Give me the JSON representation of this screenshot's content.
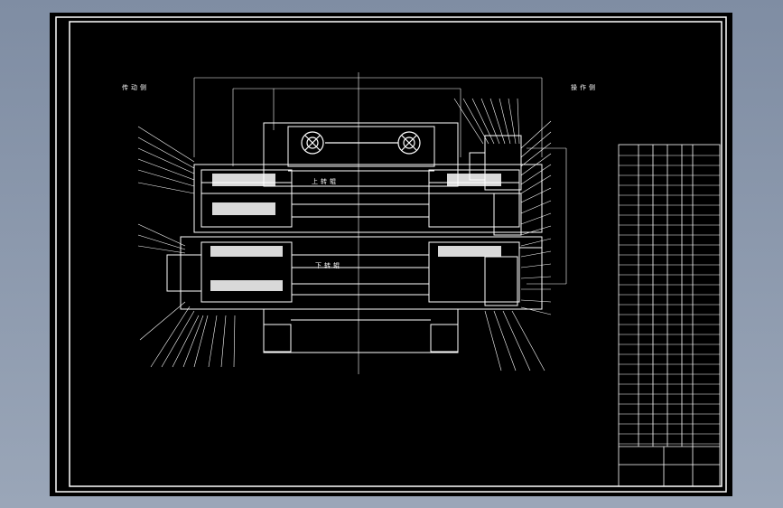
{
  "drawing": {
    "labels": {
      "drive_side": "传动侧",
      "operator_side": "操作侧",
      "upper_roll": "上转辊",
      "lower_roll": "下转辊"
    },
    "colors": {
      "sheet": "#000000",
      "line": "#ffffff",
      "viewer": "#8a97ab"
    }
  }
}
